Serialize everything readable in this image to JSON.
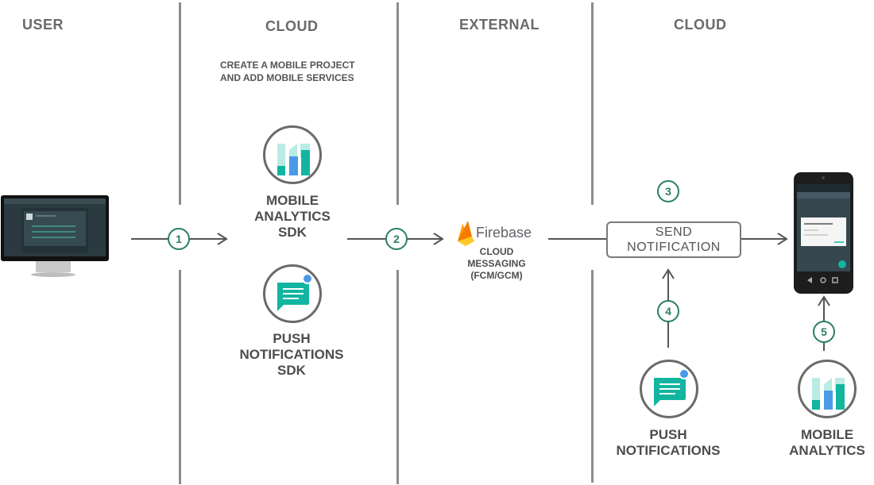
{
  "columns": {
    "user": "USER",
    "cloud_1": "CLOUD",
    "external": "EXTERNAL",
    "cloud_2": "CLOUD"
  },
  "create_project_note": [
    "CREATE A MOBILE PROJECT",
    "AND ADD MOBILE SERVICES"
  ],
  "steps": [
    "1",
    "2",
    "3",
    "4",
    "5"
  ],
  "mobile_analytics_sdk": [
    "MOBILE",
    "ANALYTICS",
    "SDK"
  ],
  "push_notifications_sdk": [
    "PUSH",
    "NOTIFICATIONS",
    "SDK"
  ],
  "firebase": {
    "brand": "Firebase",
    "caption": [
      "CLOUD",
      "MESSAGING",
      "(FCM/GCM)"
    ]
  },
  "send_notification": [
    "SEND",
    "NOTIFICATION"
  ],
  "push_notifications": [
    "PUSH",
    "NOTIFICATIONS"
  ],
  "mobile_analytics": [
    "MOBILE",
    "ANALYTICS"
  ],
  "colors": {
    "step_green": "#2a7f62",
    "teal": "#12b5a0",
    "blue": "#4b9ae8",
    "light_teal": "#b9ece3"
  }
}
